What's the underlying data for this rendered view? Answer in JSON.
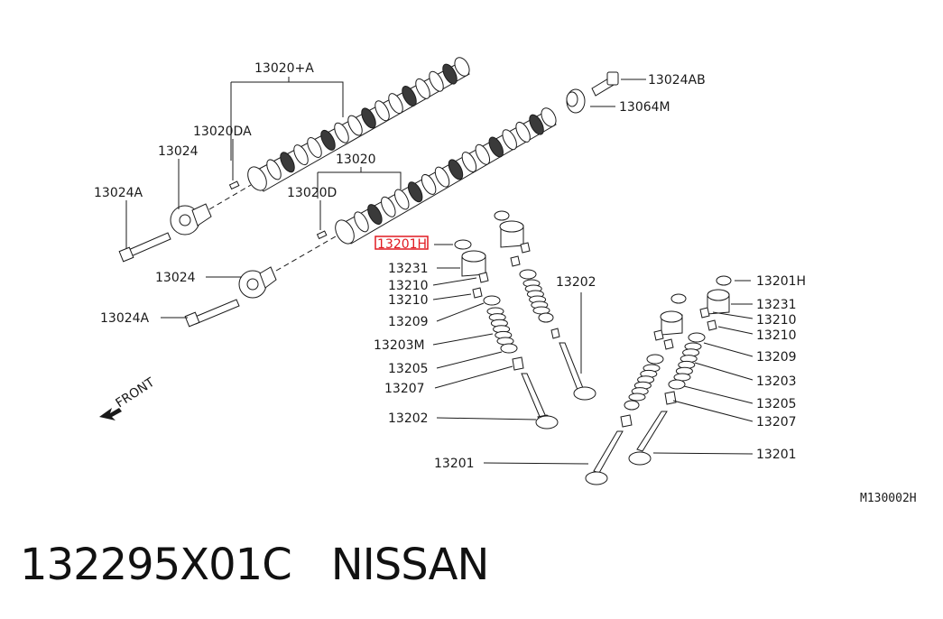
{
  "diagram": {
    "labels": {
      "cam_assy_a": "13020+A",
      "cam_assy": "13020",
      "dowel_a": "13020DA",
      "dowel": "13020D",
      "bolt_ab": "13024AB",
      "plug": "13064M",
      "sprocket_upper": "13024",
      "sprocket_lower": "13024",
      "bolt_upper": "13024A",
      "bolt_lower": "13024A",
      "shim_highlight": "13201H",
      "lifter_left": "13231",
      "collet_left_1": "13210",
      "collet_left_2": "13210",
      "retainer_left": "13209",
      "spring_left": "13203M",
      "seat_left": "13205",
      "seal_left": "13207",
      "valve_left_1": "13202",
      "valve_left_2": "13202",
      "valve_bottom_left": "13201",
      "shim_right": "13201H",
      "lifter_right": "13231",
      "collet_right_1": "13210",
      "collet_right_2": "13210",
      "retainer_right": "13209",
      "spring_right": "13203",
      "seat_right": "13205",
      "seal_right": "13207",
      "valve_right": "13201",
      "front": "FRONT"
    },
    "highlight_color": "#e11b22",
    "drawing_code": "M130002H"
  },
  "caption": {
    "part_number": "132295X01C",
    "brand": "NISSAN"
  }
}
